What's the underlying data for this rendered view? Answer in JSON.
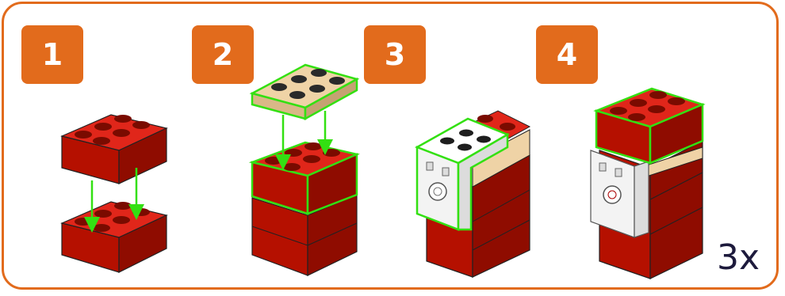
{
  "steps": [
    {
      "number": "1"
    },
    {
      "number": "2"
    },
    {
      "number": "3"
    },
    {
      "number": "4"
    }
  ],
  "multiplier": "3x",
  "colors": {
    "frame": "#e26b1c",
    "badge": "#e26b1c",
    "brick_red": "#cc1100",
    "tan_plate": "#efd3a6",
    "white_bracket": "#ffffff",
    "highlight": "#33e012",
    "arrow": "#33e012",
    "text_dark": "#1d1a3c"
  },
  "icons": [
    "red-2x4-brick",
    "tan-2x3-plate",
    "white-bracket",
    "down-arrow"
  ]
}
